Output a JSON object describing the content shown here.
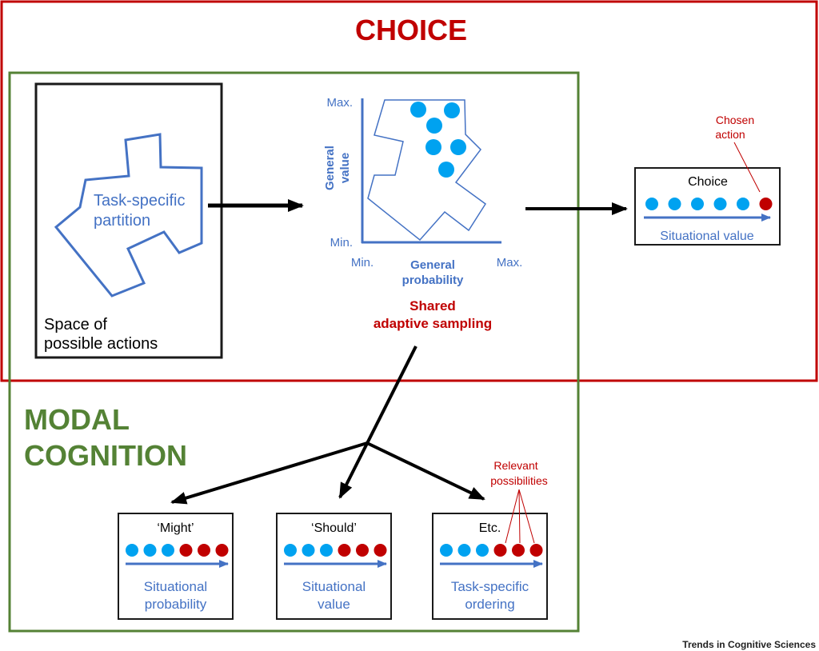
{
  "colors": {
    "choice_red": "#c00000",
    "modal_green": "#548235",
    "text_blue": "#4472c4",
    "dot_blue": "#00a2f0",
    "dot_red": "#c00000",
    "arrow_black": "#000000"
  },
  "regions": {
    "choice_title": "CHOICE",
    "modal_title_line1": "MODAL",
    "modal_title_line2": "COGNITION"
  },
  "action_space": {
    "partition_label_line1": "Task-specific",
    "partition_label_line2": "partition",
    "caption_line1": "Space of",
    "caption_line2": "possible actions"
  },
  "sampling_plot": {
    "y_max_label": "Max.",
    "y_min_label": "Min.",
    "x_min_label": "Min.",
    "x_max_label": "Max.",
    "y_axis_label_line1": "General",
    "y_axis_label_line2": "value",
    "x_axis_label_line1": "General",
    "x_axis_label_line2": "probability",
    "caption_line1": "Shared",
    "caption_line2": "adaptive sampling",
    "sampled_points_count": 6
  },
  "choice_box": {
    "title": "Choice",
    "axis_label": "Situational value",
    "dots": [
      "blue",
      "blue",
      "blue",
      "blue",
      "blue",
      "red"
    ],
    "annotation_line1": "Chosen",
    "annotation_line2": "action"
  },
  "modal_boxes": [
    {
      "title": "‘Might’",
      "axis_label_line1": "Situational",
      "axis_label_line2": "probability",
      "dots": [
        "blue",
        "blue",
        "blue",
        "red",
        "red",
        "red"
      ]
    },
    {
      "title": "‘Should’",
      "axis_label_line1": "Situational",
      "axis_label_line2": "value",
      "dots": [
        "blue",
        "blue",
        "blue",
        "red",
        "red",
        "red"
      ]
    },
    {
      "title": "Etc.",
      "axis_label_line1": "Task-specific",
      "axis_label_line2": "ordering",
      "dots": [
        "blue",
        "blue",
        "blue",
        "red",
        "red",
        "red"
      ]
    }
  ],
  "relevant_annotation": {
    "line1": "Relevant",
    "line2": "possibilities"
  },
  "footer": {
    "credit": "Trends in Cognitive Sciences"
  }
}
